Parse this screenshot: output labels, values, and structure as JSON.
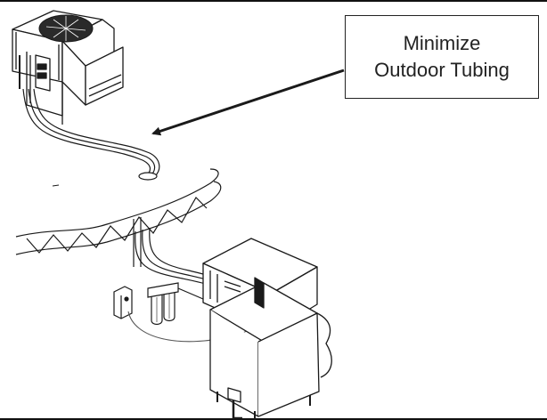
{
  "callout": {
    "line1": "Minimize",
    "line2": "Outdoor Tubing"
  },
  "colors": {
    "ink": "#1a1a1a",
    "frame": "#111111",
    "background": "#ffffff",
    "fan": "#2a2a2a"
  },
  "icons": {
    "condenser": "remote-condenser-unit",
    "ice_machine": "ice-machine-on-bin",
    "arrow": "callout-arrow",
    "filters": "water-filter-cartridges",
    "switch": "electrical-disconnect-box",
    "roof": "roof-truss-section"
  }
}
